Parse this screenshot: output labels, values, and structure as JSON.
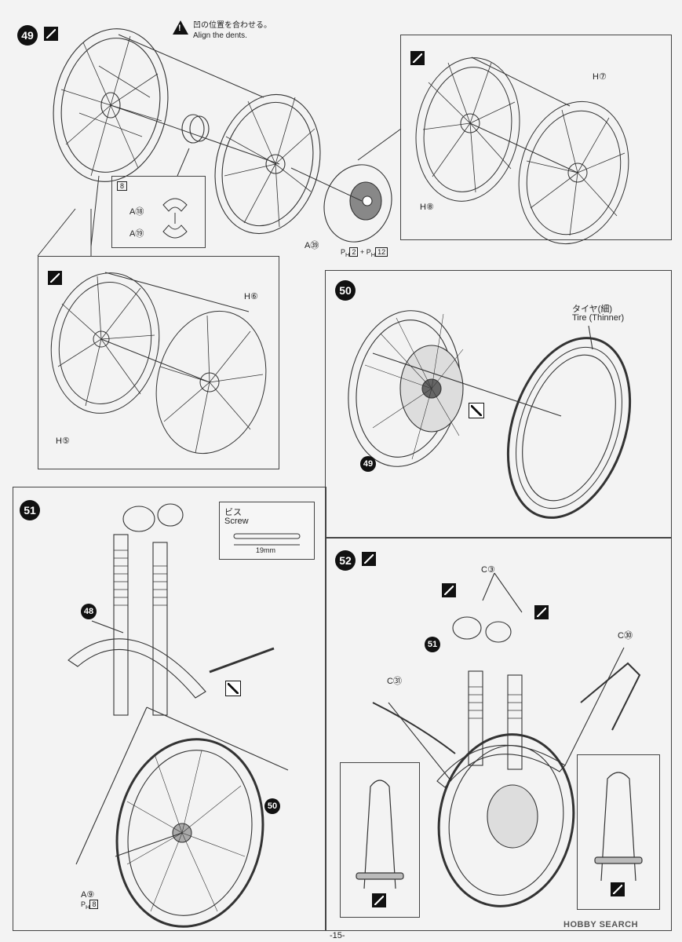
{
  "page": {
    "number": "-15-"
  },
  "watermark": {
    "text": "HOBBY SEARCH"
  },
  "step49": {
    "number": "49",
    "warning_jp": "凹の位置を合わせる。",
    "warning_en": "Align the dents.",
    "ph_box": "8",
    "parts": {
      "a18": "A⑱",
      "a19": "A⑲",
      "a39": "A㊴",
      "h8": "H⑧",
      "h7": "H⑦",
      "h6": "H⑥",
      "h5": "H⑤"
    },
    "ph_labels": {
      "left": "2",
      "right": "12"
    }
  },
  "step50": {
    "number": "50",
    "tire_jp": "タイヤ(細)",
    "tire_en": "Tire (Thinner)",
    "ref": "49"
  },
  "step51": {
    "number": "51",
    "screw_jp": "ビス",
    "screw_en": "Screw",
    "screw_len": "19mm",
    "ref48": "48",
    "ref50": "50",
    "part_a9": "A⑨",
    "ph_box": "8"
  },
  "step52": {
    "number": "52",
    "part_c3": "C③",
    "part_c30": "C㉚",
    "part_c31": "C㉛",
    "ref51": "51"
  }
}
